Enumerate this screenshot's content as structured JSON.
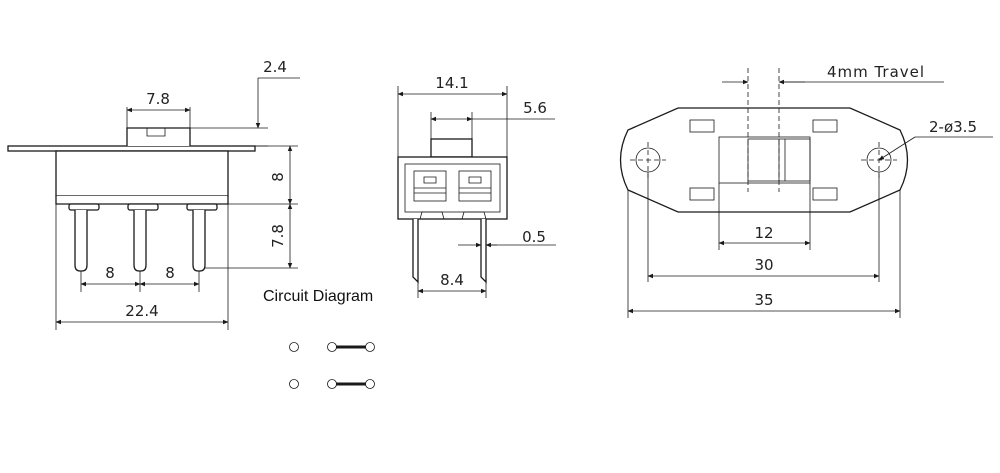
{
  "diagram": {
    "dims": {
      "side_top": "2.4",
      "side_actuator": "7.8",
      "side_height": "8",
      "side_pin_len": "7.8",
      "side_pitch_left": "8",
      "side_pitch_right": "8",
      "side_width": "22.4",
      "front_width": "14.1",
      "front_actuator": "5.6",
      "front_pin": "0.5",
      "front_pin_spacing": "8.4",
      "top_travel": "4mm Travel",
      "top_holes": "2-ø3.5",
      "top_window": "12",
      "top_hole_spacing": "30",
      "top_overall": "35"
    },
    "circuit": {
      "title": "Circuit Diagram"
    }
  }
}
